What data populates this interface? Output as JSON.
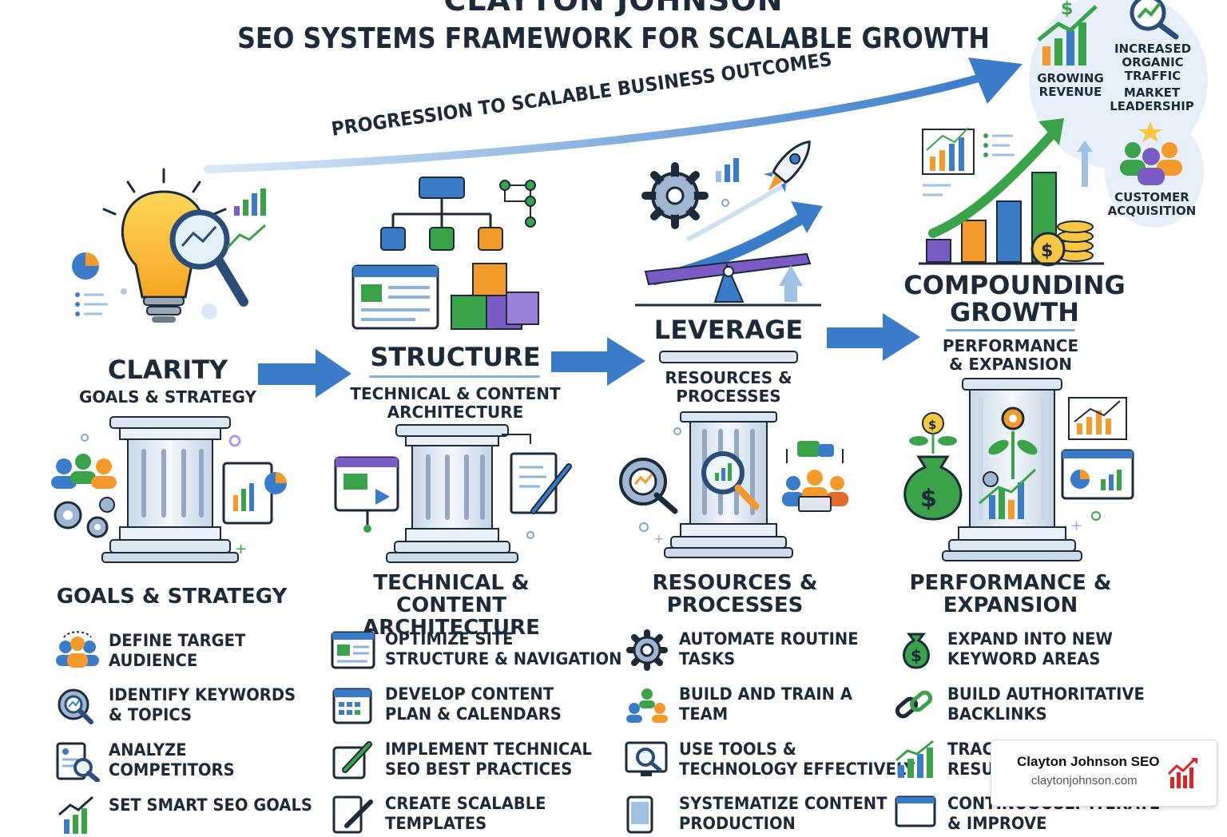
{
  "header": {
    "brand_title": "CLAYTON JOHNSON",
    "title": "SEO SYSTEMS FRAMEWORK FOR SCALABLE GROWTH"
  },
  "progression": {
    "label": "PROGRESSION TO SCALABLE BUSINESS OUTCOMES"
  },
  "outcomes": {
    "growing_revenue": "GROWING\nREVENUE",
    "organic_traffic": "INCREASED\nORGANIC\nTRAFFIC",
    "market_leadership": "MARKET\nLEADERSHIP",
    "customer_acquisition": "CUSTOMER\nACQUISITION"
  },
  "stages": [
    {
      "title": "CLARITY",
      "subtitle": "GOALS & STRATEGY",
      "pillar_label": "GOALS & STRATEGY",
      "tasks": [
        {
          "text": "DEFINE TARGET\nAUDIENCE",
          "icon": "people-icon"
        },
        {
          "text": "IDENTIFY KEYWORDS\n& TOPICS",
          "icon": "gear-search-icon"
        },
        {
          "text": "ANALYZE\nCOMPETITORS",
          "icon": "document-search-icon"
        },
        {
          "text": "SET SMART SEO GOALS",
          "icon": "chart-up-icon"
        }
      ]
    },
    {
      "title": "STRUCTURE",
      "subtitle": "TECHNICAL & CONTENT\nARCHITECTURE",
      "pillar_label": "TECHNICAL & CONTENT\nARCHITECTURE",
      "tasks": [
        {
          "text": "OPTIMIZE SITE\nSTRUCTURE & NAVIGATION",
          "icon": "browser-icon"
        },
        {
          "text": "DEVELOP CONTENT\nPLAN & CALENDARS",
          "icon": "calendar-icon"
        },
        {
          "text": "IMPLEMENT TECHNICAL\nSEO BEST PRACTICES",
          "icon": "edit-icon"
        },
        {
          "text": "CREATE SCALABLE\nTEMPLATES",
          "icon": "document-pen-icon"
        }
      ]
    },
    {
      "title": "LEVERAGE",
      "subtitle": "RESOURCES &\nPROCESSES",
      "pillar_label": "RESOURCES &\nPROCESSES",
      "tasks": [
        {
          "text": "AUTOMATE ROUTINE\nTASKS",
          "icon": "gear-icon"
        },
        {
          "text": "BUILD AND TRAIN A\nTEAM",
          "icon": "team-icon"
        },
        {
          "text": "USE TOOLS &\nTECHNOLOGY EFFECTIVELY",
          "icon": "monitor-search-icon"
        },
        {
          "text": "SYSTEMATIZE CONTENT\nPRODUCTION",
          "icon": "devices-icon"
        }
      ]
    },
    {
      "title": "COMPOUNDING\nGROWTH",
      "subtitle": "PERFORMANCE\n& EXPANSION",
      "pillar_label": "PERFORMANCE &\nEXPANSION",
      "tasks": [
        {
          "text": "EXPAND INTO NEW\nKEYWORD AREAS",
          "icon": "money-bag-icon"
        },
        {
          "text": "BUILD AUTHORITATIVE\nBACKLINKS",
          "icon": "link-icon"
        },
        {
          "text": "TRACK & ANALYZE\nRESULTS",
          "icon": "bar-chart-icon"
        },
        {
          "text": "CONTINUOUSLY ITERATE\n& IMPROVE",
          "icon": "monitor-chart-icon"
        }
      ]
    }
  ],
  "brand_badge": {
    "name": "Clayton Johnson SEO",
    "url": "claytonjohnson.com"
  },
  "colors": {
    "ink": "#1d2a3a",
    "arrow_blue": "#3b7cc9",
    "pillar": "#e3ecf6",
    "green": "#3aa34a",
    "orange": "#f39a2b",
    "purple": "#7b5cc4",
    "yellow": "#f7c744"
  }
}
